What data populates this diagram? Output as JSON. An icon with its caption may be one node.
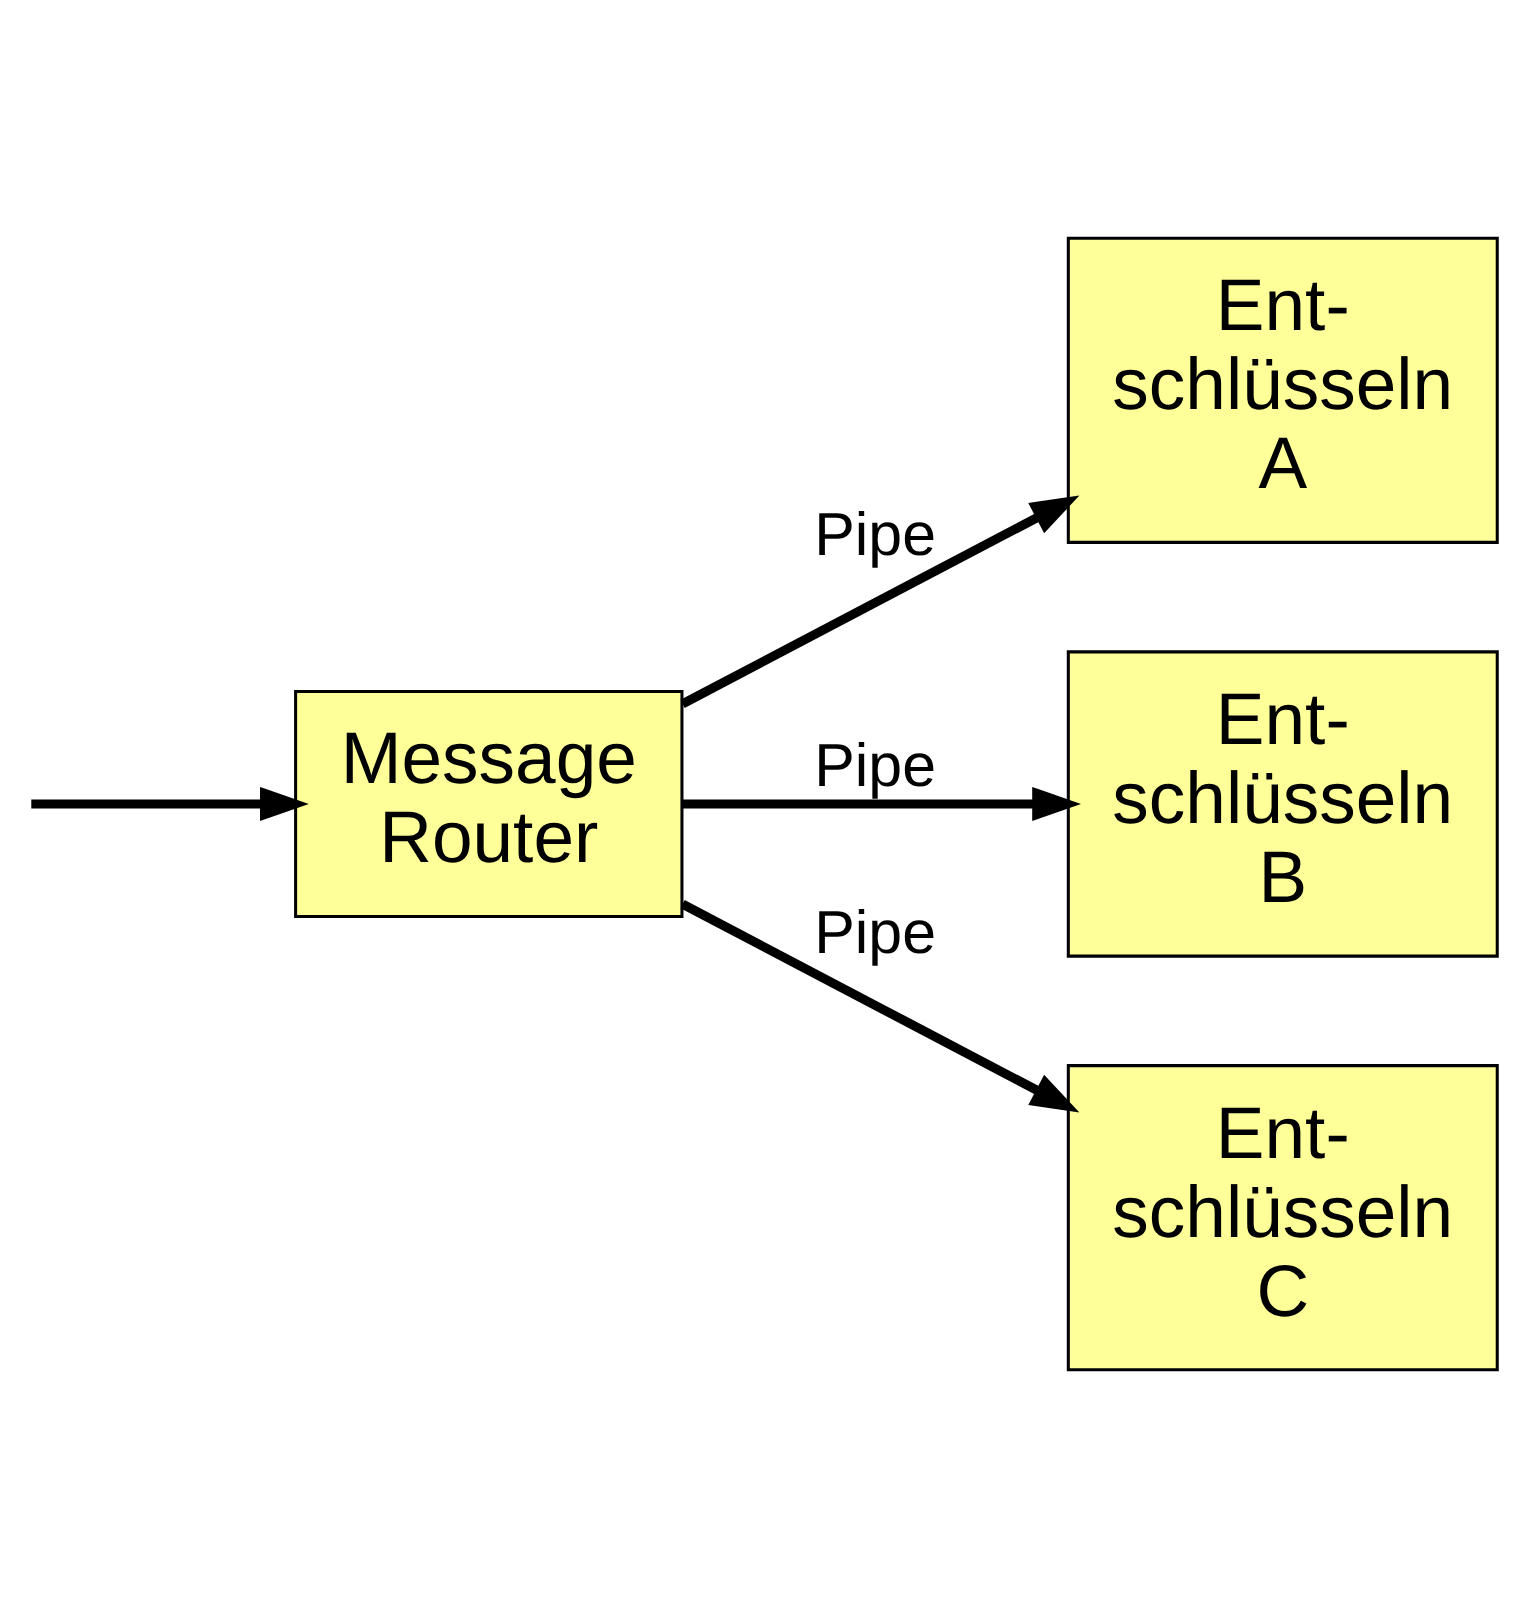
{
  "diagram": {
    "nodes": [
      {
        "text": [
          "Message Router"
        ]
      },
      {
        "text": [
          "Ent- schlüsseln A"
        ]
      },
      {
        "text": [
          "Ent- schlüsseln B"
        ]
      },
      {
        "text": [
          "Ent- schlüsseln C"
        ]
      }
    ],
    "edges": [
      {
        "from": null,
        "to": 0,
        "arrow": "to"
      },
      {
        "from": 0,
        "to": 1,
        "arrow": "to",
        "label": "Pipe"
      },
      {
        "from": 0,
        "to": 2,
        "arrow": "to",
        "label": "Pipe"
      },
      {
        "from": 0,
        "to": 3,
        "arrow": "to",
        "label": "Pipe"
      }
    ]
  }
}
